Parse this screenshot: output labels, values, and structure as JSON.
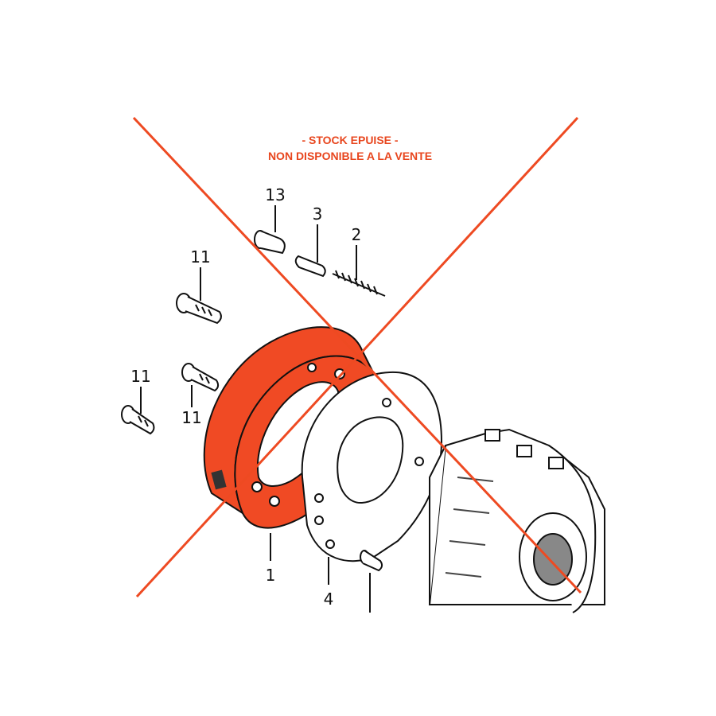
{
  "notice": {
    "line1": "- STOCK EPUISE -",
    "line2": "NON DISPONIBLE A LA VENTE",
    "color": "#e8461e"
  },
  "callouts": [
    "13",
    "3",
    "2",
    "11",
    "11",
    "11",
    "1",
    "4"
  ],
  "colors": {
    "highlighted_part": "#f04a24",
    "cross_out": "#ee4a22",
    "line_art": "#111111"
  }
}
